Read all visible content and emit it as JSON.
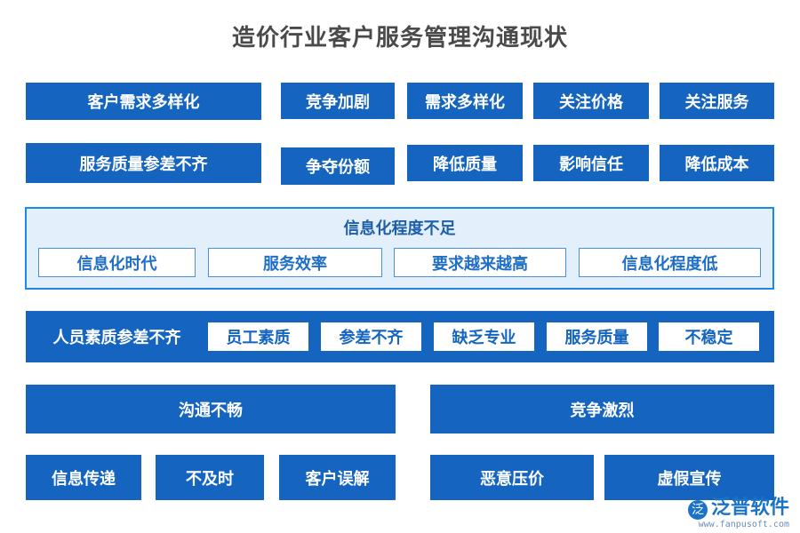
{
  "title": "造价行业客户服务管理沟通现状",
  "row1": {
    "main": "客户需求多样化",
    "items": [
      "竞争加剧",
      "需求多样化",
      "关注价格",
      "关注服务"
    ]
  },
  "row2": {
    "main": "服务质量参差不齐",
    "items": [
      "争夺份额",
      "降低质量",
      "影响信任",
      "降低成本"
    ]
  },
  "info_panel": {
    "title": "信息化程度不足",
    "items": [
      "信息化时代",
      "服务效率",
      "要求越来越高",
      "信息化程度低"
    ]
  },
  "staff_band": {
    "label": "人员素质参差不齐",
    "items": [
      "员工素质",
      "参差不齐",
      "缺乏专业",
      "服务质量",
      "不稳定"
    ]
  },
  "communication": {
    "title": "沟通不畅",
    "items": [
      "信息传递",
      "不及时",
      "客户误解"
    ]
  },
  "competition": {
    "title": "竞争激烈",
    "items": [
      "恶意压价",
      "虚假宣传"
    ]
  },
  "watermark": {
    "name": "泛普软件",
    "url": "www.fanpusoft.com",
    "color": "#1a73c9"
  },
  "colors": {
    "primary": "#1565c0",
    "panel_bg": "#e3f0fc",
    "panel_border": "#1e88e5"
  }
}
